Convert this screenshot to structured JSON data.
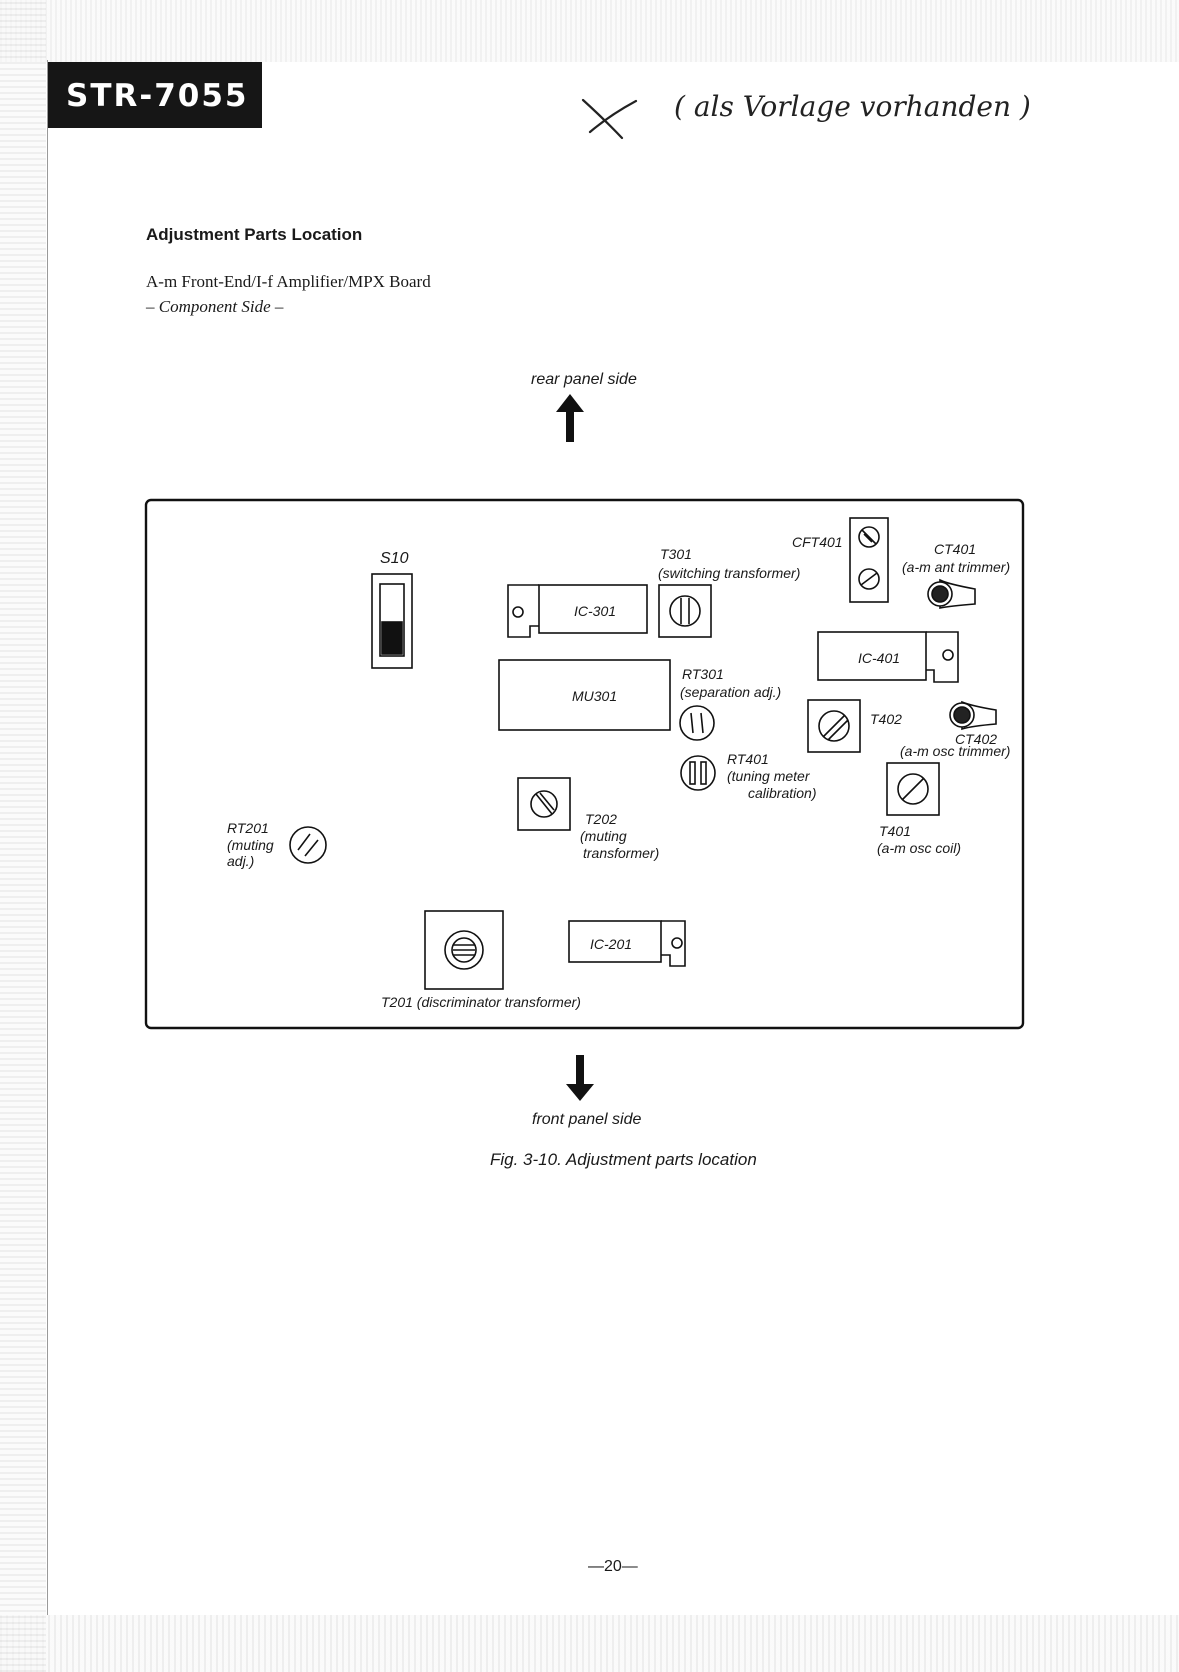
{
  "header": {
    "model": "STR-7055",
    "handwritten_note": "( als Vorlage vorhanden )"
  },
  "section": {
    "title": "Adjustment Parts Location",
    "board_name": "A-m Front-End/I-f Amplifier/MPX  Board",
    "board_side": "– Component Side –"
  },
  "diagram": {
    "rear_label": "rear panel side",
    "front_label": "front panel side",
    "components": {
      "s10": "S10",
      "ic301": "IC-301",
      "t301_ref": "T301",
      "t301_desc": "(switching transformer)",
      "cft401": "CFT401",
      "ct401_ref": "CT401",
      "ct401_desc": "(a-m ant trimmer)",
      "ic401": "IC-401",
      "mu301": "MU301",
      "rt301_ref": "RT301",
      "rt301_desc": "(separation adj.)",
      "t402": "T402",
      "ct402_ref": "CT402",
      "ct402_desc": "(a-m osc trimmer)",
      "rt401_ref": "RT401",
      "rt401_desc_1": "(tuning meter",
      "rt401_desc_2": "calibration)",
      "t202_ref": "T202",
      "t202_desc_1": "(muting",
      "t202_desc_2": "transformer)",
      "rt201_ref": "RT201",
      "rt201_desc_1": "(muting",
      "rt201_desc_2": "adj.)",
      "t401_ref": "T401",
      "t401_desc": "(a-m osc coil)",
      "ic201": "IC-201",
      "t201": "T201 (discriminator transformer)"
    }
  },
  "caption": "Fig. 3-10.   Adjustment parts location",
  "page_number": "—20—"
}
